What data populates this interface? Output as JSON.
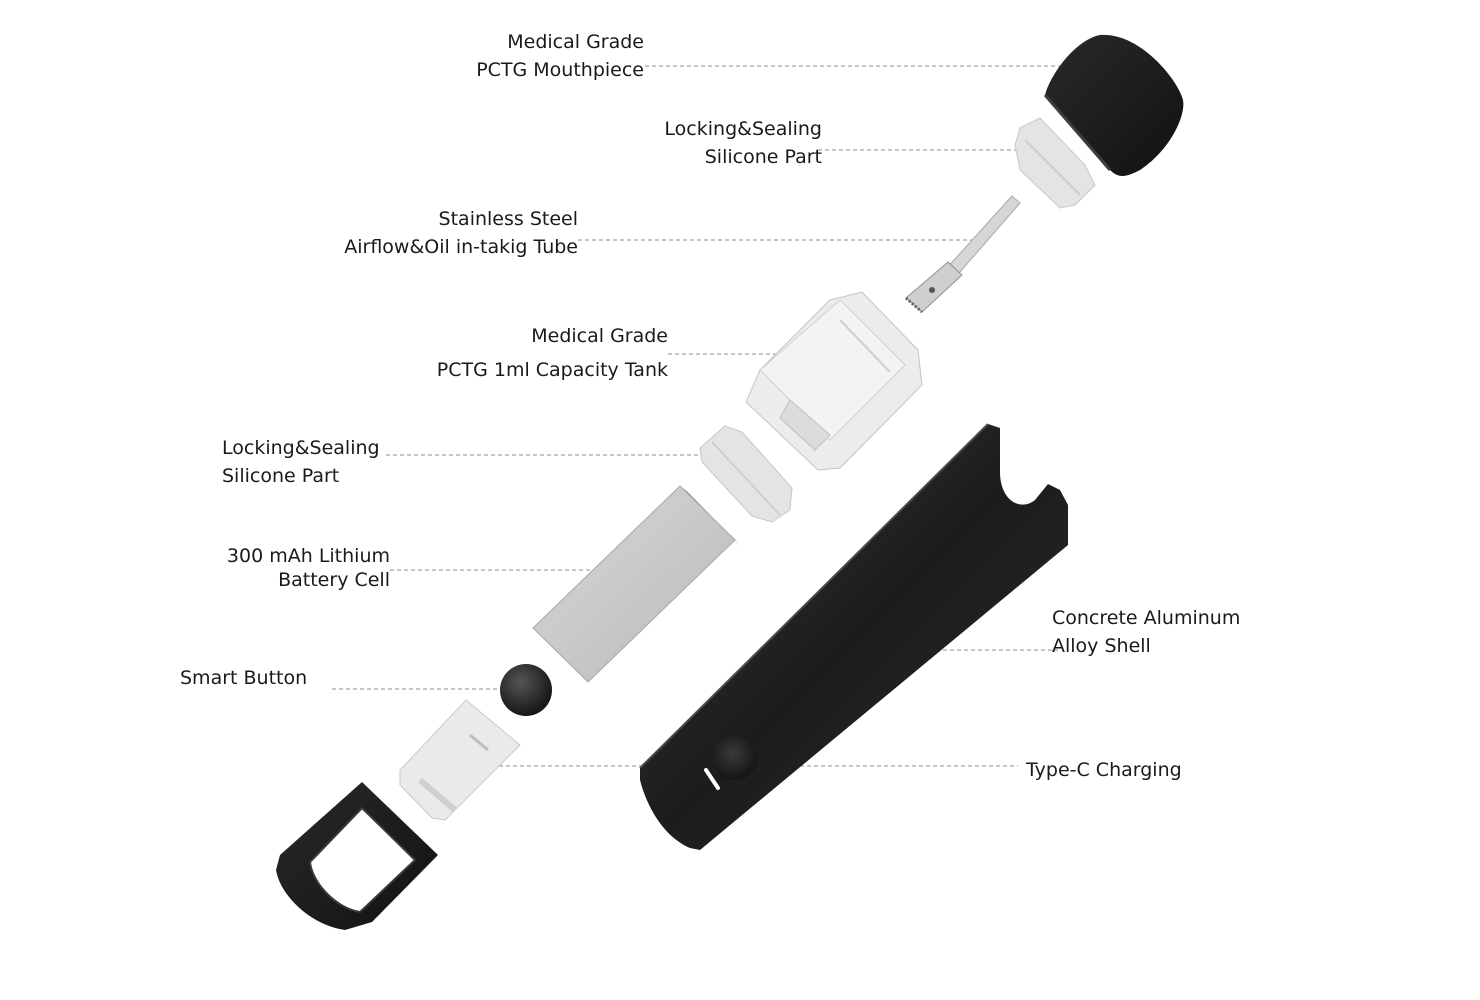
{
  "colors": {
    "background": "#ffffff",
    "text": "#1a1a1a",
    "leader": "#8c8c8c",
    "shell_dark": "#1f1f1f",
    "part_light": "#e9e9e9",
    "battery_gray": "#c8c8c8"
  },
  "labels": {
    "mouthpiece": {
      "line1": "Medical  Grade",
      "line2": "PCTG Mouthpiece"
    },
    "top_seal": {
      "line1": "Locking&Sealing",
      "line2": "Silicone Part"
    },
    "tube": {
      "line1": "Stainless Steel",
      "line2": "Airflow&Oil in-takig Tube"
    },
    "tank": {
      "line1": "Medical  Grade",
      "line2": "PCTG 1ml  Capacity  Tank"
    },
    "bottom_seal": {
      "line1": "Locking&Sealing",
      "line2": "Silicone Part"
    },
    "battery": {
      "line1": "300 mAh  Lithium",
      "line2": "Battery  Cell"
    },
    "button": {
      "line1": "Smart Button"
    },
    "shell": {
      "line1": "Concrete Aluminum",
      "line2": "Alloy Shell"
    },
    "charging": {
      "line1": "Type-C Charging"
    }
  }
}
